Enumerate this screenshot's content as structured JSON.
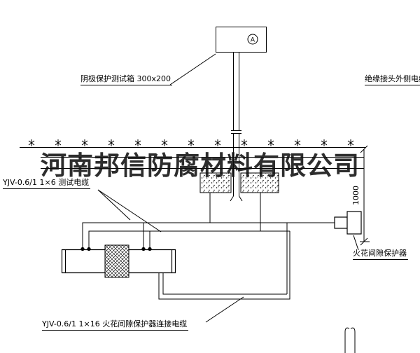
{
  "watermark": {
    "text": "河南邦信防腐材料有限公司"
  },
  "labels": {
    "test_box": "阴极保护测试箱 300x200",
    "outer_cable": "绝缘接头外侧电缆",
    "test_cable": "YJV-0.6/1 1×6  测试电缆",
    "spark_protector": "火花间隙保护器",
    "protector_cable": "YJV-0.6/1 1×16  火花间隙保护器连接电缆",
    "dimension": "1000",
    "meter_symbol": "A"
  },
  "colors": {
    "line": "#000000",
    "background": "#ffffff",
    "watermark": "#111111"
  }
}
